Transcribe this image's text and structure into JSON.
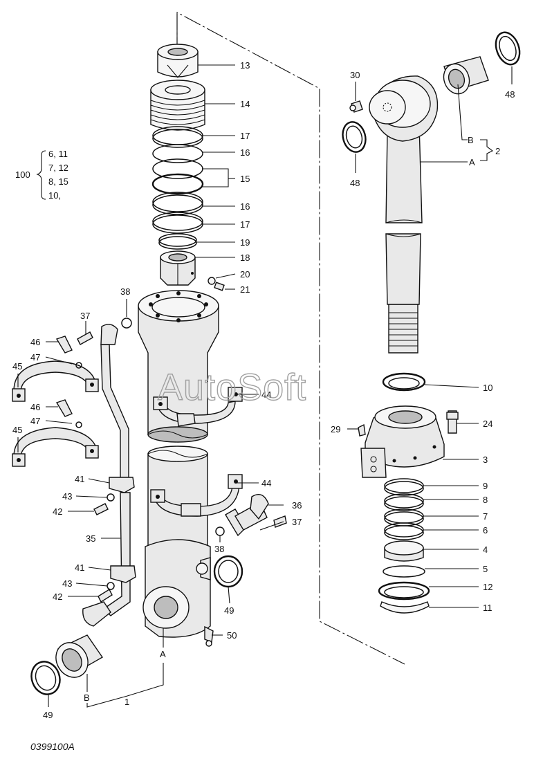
{
  "drawing_number": "0399100A",
  "watermark": "AutoSoft",
  "kit": {
    "number": "100",
    "lines": [
      "6, 11",
      "7, 12",
      "8, 15",
      "10,"
    ]
  },
  "callouts": {
    "c13": "13",
    "c14": "14",
    "c17a": "17",
    "c16a": "16",
    "c15": "15",
    "c16b": "16",
    "c17b": "17",
    "c19": "19",
    "c18": "18",
    "c20": "20",
    "c21": "21",
    "c30": "30",
    "c48a": "48",
    "c48b": "48",
    "cB2": "B",
    "c2": "2",
    "cA2": "A",
    "c38a": "38",
    "c37a": "37",
    "c46a": "46",
    "c47a": "47",
    "c45a": "45",
    "c44a": "44",
    "c46b": "46",
    "c47b": "47",
    "c45b": "45",
    "c41a": "41",
    "c43a": "43",
    "c42a": "42",
    "c44b": "44",
    "c36": "36",
    "c37b": "37",
    "c35": "35",
    "c38b": "38",
    "c41b": "41",
    "c43b": "43",
    "c42b": "42",
    "c49a": "49",
    "c50": "50",
    "cA1": "A",
    "cB1": "B",
    "c1": "1",
    "c49b": "49",
    "c10": "10",
    "c29": "29",
    "c24": "24",
    "c3": "3",
    "c9": "9",
    "c8": "8",
    "c7": "7",
    "c6": "6",
    "c4": "4",
    "c5": "5",
    "c12": "12",
    "c11": "11"
  }
}
